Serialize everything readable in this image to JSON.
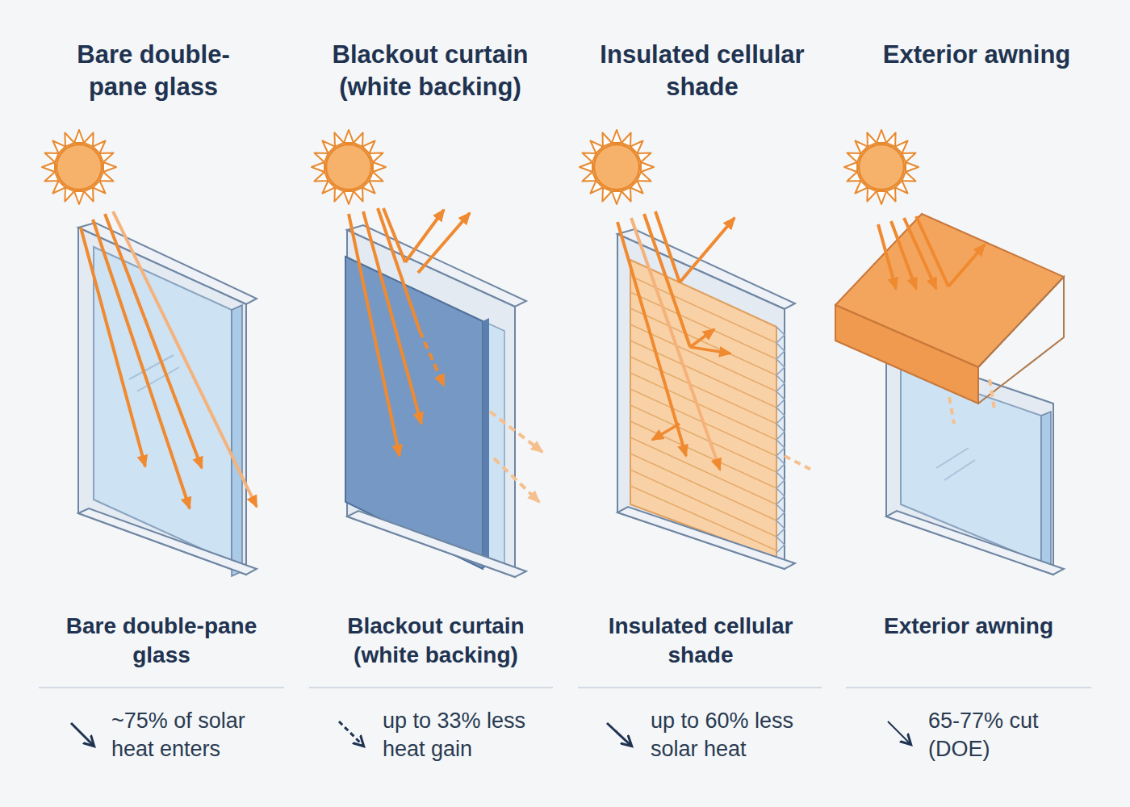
{
  "diagram": {
    "labels": [
      "Bare double-pane glass",
      "Blackout curtain (white backing)",
      "Insulated cellular shade",
      "Exterior awning",
      "Bare double-pane glass",
      "~75% of solar heat enters",
      "Blackout curtain (white backing)",
      "up to 33% less heat gain",
      "Insulated cellular shade",
      "up to 60% less solar heat",
      "Exterior awning",
      "65-77% cut (DOE)"
    ]
  }
}
